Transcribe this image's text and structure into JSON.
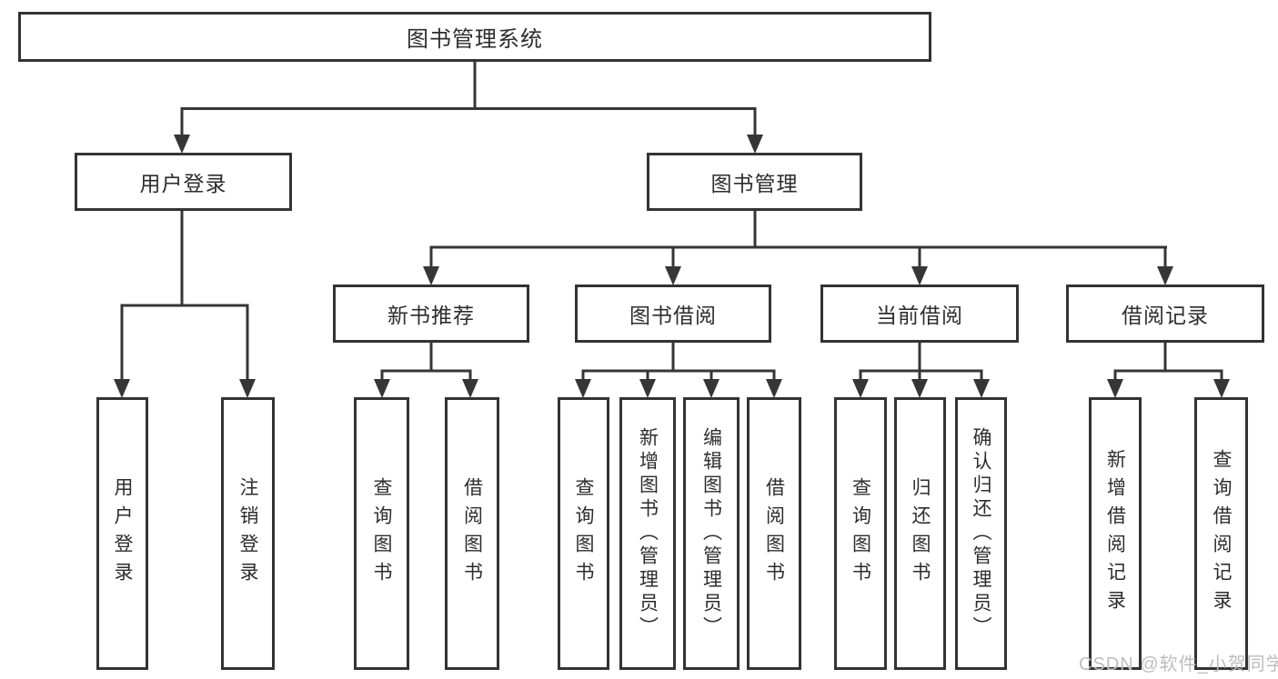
{
  "diagram": {
    "type": "tree",
    "orientation": "top-down",
    "colors": {
      "line": "#363636",
      "box_border": "#333333",
      "text": "#2d2d2d",
      "background": "#ffffff",
      "watermark": "#bdbdbd"
    },
    "tree": {
      "label": "图书管理系统",
      "children": [
        {
          "label": "用户登录",
          "children": [
            {
              "label": "用户登录"
            },
            {
              "label": "注销登录"
            }
          ]
        },
        {
          "label": "图书管理",
          "children": [
            {
              "label": "新书推荐",
              "children": [
                {
                  "label": "查询图书"
                },
                {
                  "label": "借阅图书"
                }
              ]
            },
            {
              "label": "图书借阅",
              "children": [
                {
                  "label": "查询图书"
                },
                {
                  "label": "新增图书（管理员）"
                },
                {
                  "label": "编辑图书（管理员）"
                },
                {
                  "label": "借阅图书"
                }
              ]
            },
            {
              "label": "当前借阅",
              "children": [
                {
                  "label": "查询图书"
                },
                {
                  "label": "归还图书"
                },
                {
                  "label": "确认归还（管理员）"
                }
              ]
            },
            {
              "label": "借阅记录",
              "children": [
                {
                  "label": "新增借阅记录"
                },
                {
                  "label": "查询借阅记录"
                }
              ]
            }
          ]
        }
      ]
    },
    "watermark": "CSDN @软件_小贺同学"
  }
}
